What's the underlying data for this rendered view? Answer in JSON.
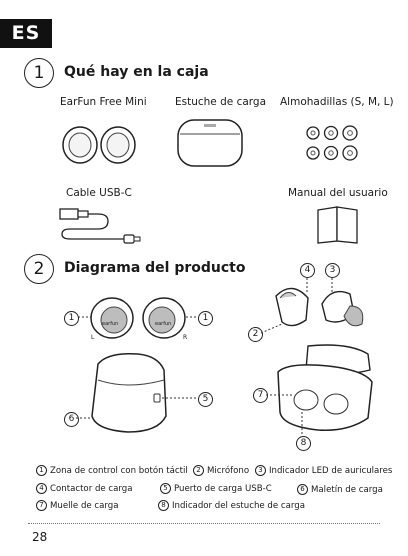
{
  "header": {
    "lang": "ES"
  },
  "section1": {
    "number": "1",
    "title": "Qué hay en la caja",
    "items": {
      "earbuds": "EarFun Free Mini",
      "case": "Estuche de carga",
      "eartips": "Almohadillas (S, M, L)",
      "cable": "Cable USB-C",
      "manual": "Manual del usuario"
    }
  },
  "section2": {
    "number": "2",
    "title": "Diagrama del producto",
    "callouts": [
      "1",
      "2",
      "3",
      "4",
      "5",
      "6",
      "7",
      "8"
    ],
    "left_mark": "L",
    "right_mark": "R",
    "brand_mark": "earfun"
  },
  "legend": [
    {
      "num": "1",
      "text": "Zona de control con botón táctil"
    },
    {
      "num": "2",
      "text": "Micrófono"
    },
    {
      "num": "3",
      "text": "Indicador LED de auriculares"
    },
    {
      "num": "4",
      "text": "Contactor de carga"
    },
    {
      "num": "5",
      "text": "Puerto de carga USB-C"
    },
    {
      "num": "6",
      "text": "Maletín de carga"
    },
    {
      "num": "7",
      "text": "Muelle de carga"
    },
    {
      "num": "8",
      "text": "Indicador del estuche de carga"
    }
  ],
  "footer": {
    "page_number": "28"
  }
}
